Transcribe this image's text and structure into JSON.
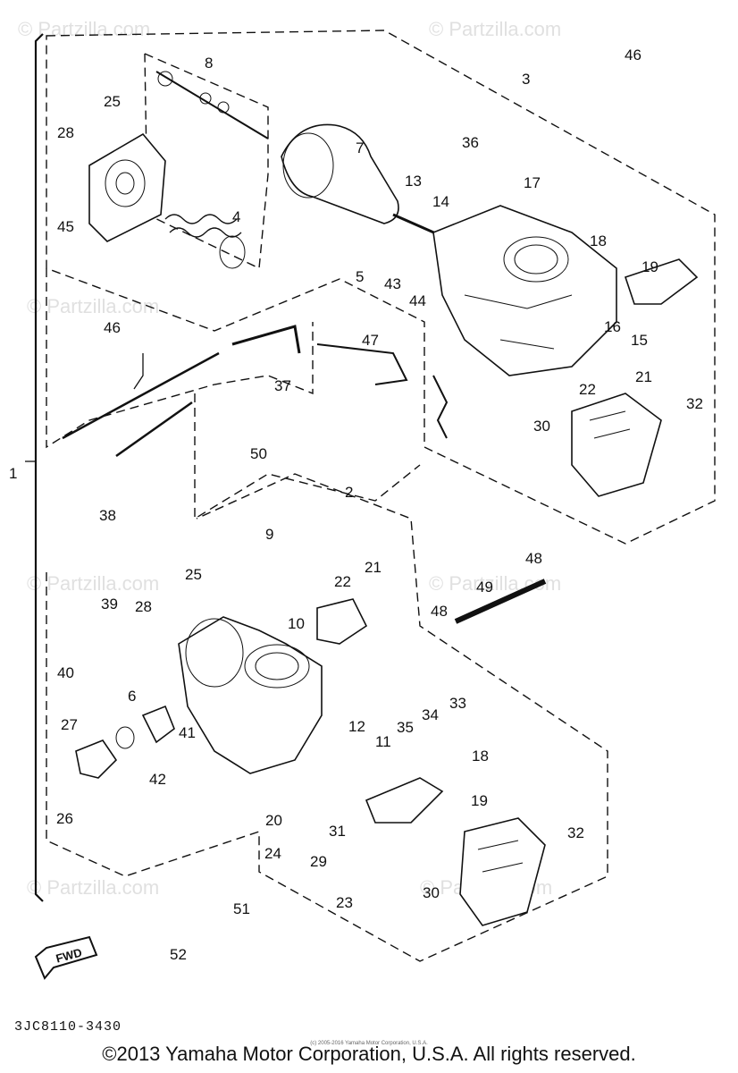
{
  "watermark": "© Partzilla.com",
  "labels": [
    {
      "id": "1",
      "text": "1"
    },
    {
      "id": "2",
      "text": "2"
    },
    {
      "id": "3",
      "text": "3"
    },
    {
      "id": "4",
      "text": "4"
    },
    {
      "id": "5",
      "text": "5"
    },
    {
      "id": "6",
      "text": "6"
    },
    {
      "id": "7",
      "text": "7"
    },
    {
      "id": "8",
      "text": "8"
    },
    {
      "id": "9",
      "text": "9"
    },
    {
      "id": "10",
      "text": "10"
    },
    {
      "id": "11",
      "text": "11"
    },
    {
      "id": "12",
      "text": "12"
    },
    {
      "id": "13",
      "text": "13"
    },
    {
      "id": "14",
      "text": "14"
    },
    {
      "id": "15",
      "text": "15"
    },
    {
      "id": "16",
      "text": "16"
    },
    {
      "id": "17",
      "text": "17"
    },
    {
      "id": "18a",
      "text": "18"
    },
    {
      "id": "18b",
      "text": "18"
    },
    {
      "id": "19a",
      "text": "19"
    },
    {
      "id": "19b",
      "text": "19"
    },
    {
      "id": "20",
      "text": "20"
    },
    {
      "id": "21a",
      "text": "21"
    },
    {
      "id": "21b",
      "text": "21"
    },
    {
      "id": "22a",
      "text": "22"
    },
    {
      "id": "22b",
      "text": "22"
    },
    {
      "id": "23",
      "text": "23"
    },
    {
      "id": "24",
      "text": "24"
    },
    {
      "id": "25a",
      "text": "25"
    },
    {
      "id": "25b",
      "text": "25"
    },
    {
      "id": "26",
      "text": "26"
    },
    {
      "id": "27",
      "text": "27"
    },
    {
      "id": "28a",
      "text": "28"
    },
    {
      "id": "28b",
      "text": "28"
    },
    {
      "id": "29",
      "text": "29"
    },
    {
      "id": "30a",
      "text": "30"
    },
    {
      "id": "30b",
      "text": "30"
    },
    {
      "id": "31",
      "text": "31"
    },
    {
      "id": "32a",
      "text": "32"
    },
    {
      "id": "32b",
      "text": "32"
    },
    {
      "id": "33",
      "text": "33"
    },
    {
      "id": "34",
      "text": "34"
    },
    {
      "id": "35",
      "text": "35"
    },
    {
      "id": "36",
      "text": "36"
    },
    {
      "id": "37",
      "text": "37"
    },
    {
      "id": "38",
      "text": "38"
    },
    {
      "id": "39",
      "text": "39"
    },
    {
      "id": "40",
      "text": "40"
    },
    {
      "id": "41",
      "text": "41"
    },
    {
      "id": "42",
      "text": "42"
    },
    {
      "id": "43",
      "text": "43"
    },
    {
      "id": "44",
      "text": "44"
    },
    {
      "id": "45",
      "text": "45"
    },
    {
      "id": "46a",
      "text": "46"
    },
    {
      "id": "46b",
      "text": "46"
    },
    {
      "id": "47",
      "text": "47"
    },
    {
      "id": "48a",
      "text": "48"
    },
    {
      "id": "48b",
      "text": "48"
    },
    {
      "id": "49",
      "text": "49"
    },
    {
      "id": "50",
      "text": "50"
    },
    {
      "id": "51",
      "text": "51"
    },
    {
      "id": "52",
      "text": "52"
    }
  ],
  "fwd_label": "FWD",
  "reference_code": "3JC8110-3430",
  "copyright": "©2013 Yamaha Motor Corporation, U.S.A. All rights reserved.",
  "tiny_copyright": "(c) 2005-2016 Yamaha Motor Corporation, U.S.A."
}
